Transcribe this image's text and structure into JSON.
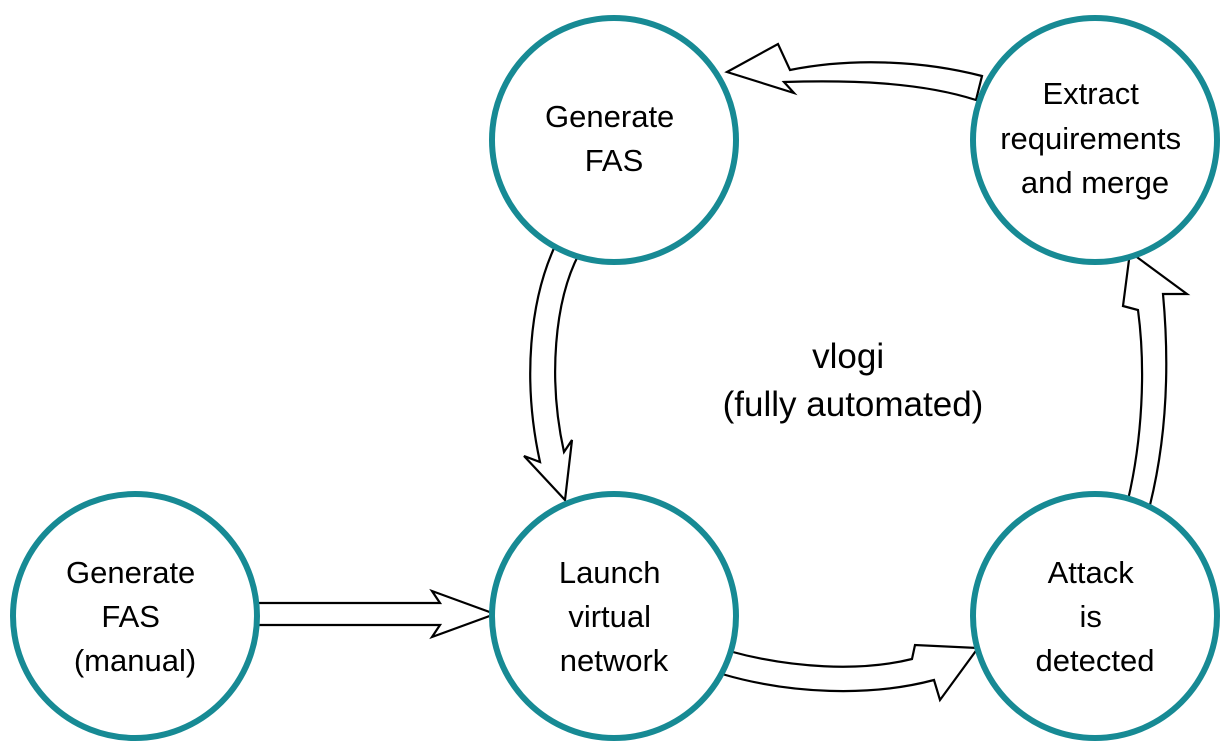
{
  "colors": {
    "node_stroke": "#178a94",
    "arrow_stroke": "#000000",
    "background": "#ffffff"
  },
  "nodes": {
    "generate_fas_loop": {
      "lines": [
        "Generate",
        "FAS"
      ]
    },
    "extract_requirements": {
      "lines": [
        "Extract",
        "requirements",
        "and merge"
      ]
    },
    "generate_fas_manual": {
      "lines": [
        "Generate",
        "FAS",
        "(manual)"
      ]
    },
    "launch_virtual_network": {
      "lines": [
        "Launch",
        "virtual",
        "network"
      ]
    },
    "attack_detected": {
      "lines": [
        "Attack",
        "is",
        "detected"
      ]
    }
  },
  "cycle_label": {
    "line1": "vlogi",
    "line2": "(fully automated)"
  },
  "edges": [
    {
      "from": "generate_fas_manual",
      "to": "launch_virtual_network"
    },
    {
      "from": "launch_virtual_network",
      "to": "attack_detected"
    },
    {
      "from": "attack_detected",
      "to": "extract_requirements"
    },
    {
      "from": "extract_requirements",
      "to": "generate_fas_loop"
    },
    {
      "from": "generate_fas_loop",
      "to": "launch_virtual_network"
    }
  ]
}
